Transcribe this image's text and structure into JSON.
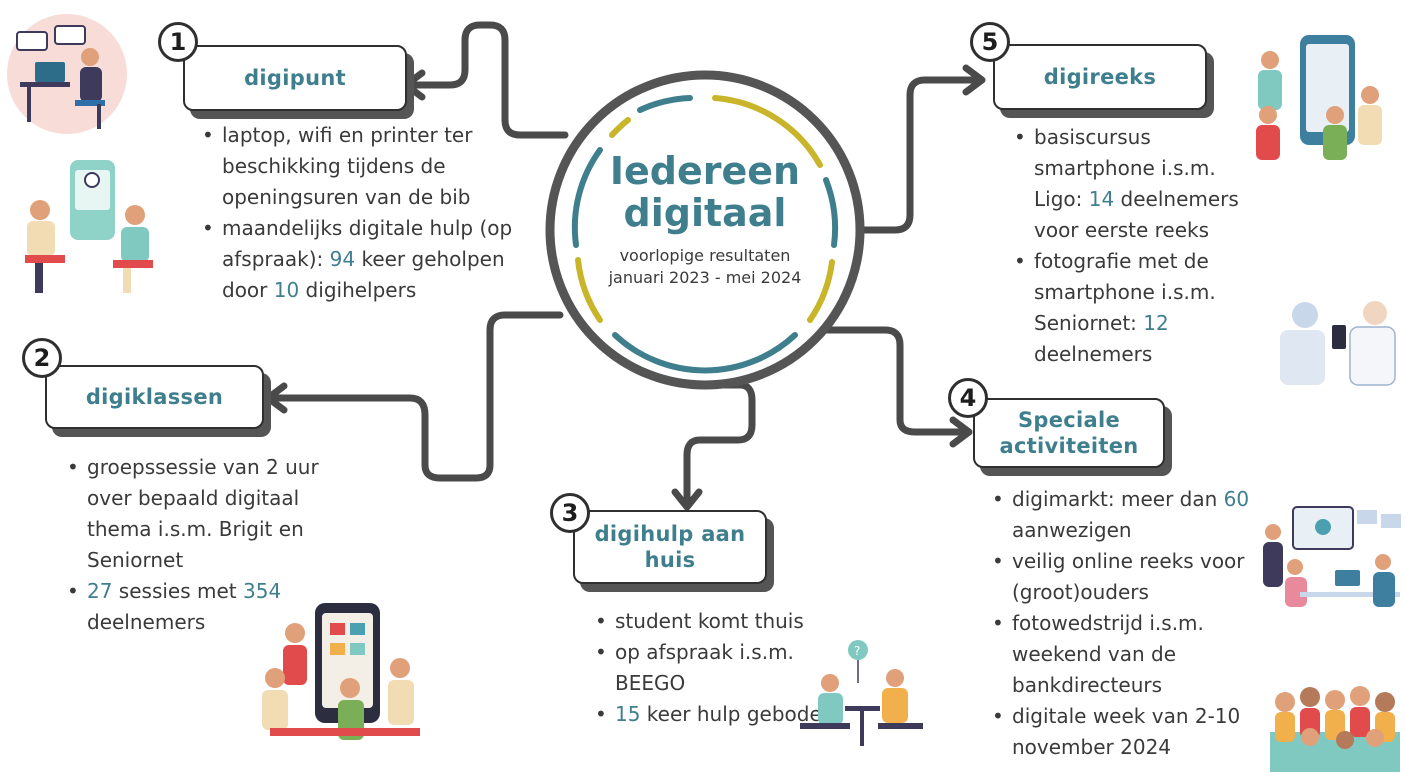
{
  "center": {
    "title_line1": "Iedereen",
    "title_line2": "digitaal",
    "subtitle_line1": "voorlopige resultaten",
    "subtitle_line2": "januari 2023 - mei 2024"
  },
  "colors": {
    "accent_teal": "#3f7f8d",
    "accent_yellow": "#c9b52a",
    "outline_dark": "#2f2f2f",
    "connector_grey": "#4a4a4a"
  },
  "nodes": [
    {
      "number": "1",
      "title": "digipunt",
      "bullets": [
        [
          {
            "t": "laptop, wifi en printer ter beschikking  tijdens de openingsuren van de bib"
          }
        ],
        [
          {
            "t": "maandelijks digitale hulp (op afspraak): "
          },
          {
            "t": "94",
            "hl": true
          },
          {
            "t": " keer geholpen door "
          },
          {
            "t": "10",
            "hl": true
          },
          {
            "t": " digihelpers"
          }
        ]
      ]
    },
    {
      "number": "2",
      "title": "digiklassen",
      "bullets": [
        [
          {
            "t": "groepssessie van 2 uur over bepaald digitaal thema i.s.m. Brigit en Seniornet"
          }
        ],
        [
          {
            "t": "27",
            "hl": true
          },
          {
            "t": " sessies met "
          },
          {
            "t": "354",
            "hl": true
          },
          {
            "t": " deelnemers"
          }
        ]
      ]
    },
    {
      "number": "3",
      "title": "digihulp aan huis",
      "bullets": [
        [
          {
            "t": "student komt thuis"
          }
        ],
        [
          {
            "t": "op afspraak i.s.m. BEEGO"
          }
        ],
        [
          {
            "t": "15",
            "hl": true
          },
          {
            "t": " keer hulp geboden"
          }
        ]
      ]
    },
    {
      "number": "4",
      "title": "Speciale activiteiten",
      "bullets": [
        [
          {
            "t": "digimarkt: meer  dan "
          },
          {
            "t": "60",
            "hl": true
          },
          {
            "t": " aanwezigen"
          }
        ],
        [
          {
            "t": "veilig online reeks voor (groot)ouders"
          }
        ],
        [
          {
            "t": "fotowedstrijd i.s.m. weekend van de bankdirecteurs"
          }
        ],
        [
          {
            "t": "digitale week van 2-10 november 2024"
          }
        ]
      ]
    },
    {
      "number": "5",
      "title": "digireeks",
      "bullets": [
        [
          {
            "t": "basiscursus smartphone i.s.m. Ligo: "
          },
          {
            "t": "14",
            "hl": true
          },
          {
            "t": " deelnemers voor eerste reeks"
          }
        ],
        [
          {
            "t": "fotografie met de smartphone i.s.m. Seniornet: "
          },
          {
            "t": "12",
            "hl": true
          },
          {
            "t": " deelnemers"
          }
        ]
      ]
    }
  ],
  "illustrations": [
    "computer-workstation-illustration",
    "phone-help-illustration",
    "smartphone-group-illustration",
    "home-help-illustration",
    "seniors-smartphone-illustration",
    "tablet-help-illustration",
    "classroom-screen-illustration",
    "group-selfie-illustration"
  ]
}
